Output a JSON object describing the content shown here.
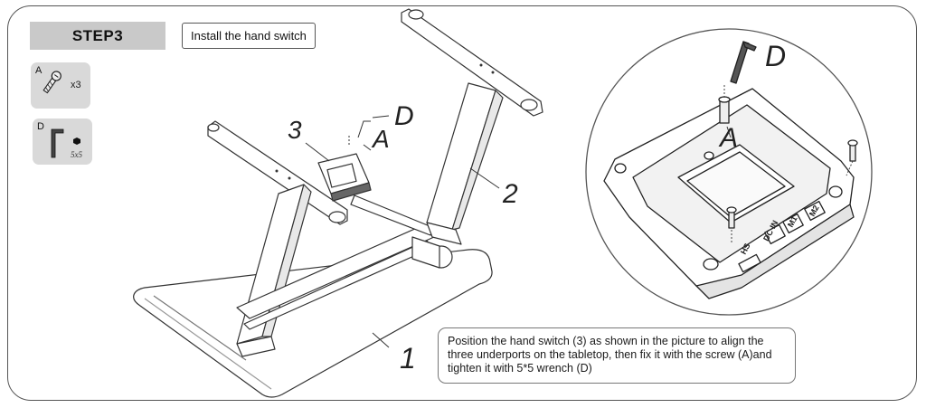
{
  "header": {
    "step_label": "STEP3",
    "title": "Install the hand switch"
  },
  "parts": [
    {
      "letter": "A",
      "icon": "screw-icon",
      "quantity": "x3"
    },
    {
      "letter": "D",
      "icon": "hex-wrench-icon",
      "size": "5x5"
    }
  ],
  "callouts": {
    "hand_switch": "3",
    "screw": "A",
    "wrench": "D",
    "legs": "2",
    "tabletop": "1"
  },
  "detail_callouts": {
    "wrench": "D",
    "screw": "A",
    "port_hs": "HS",
    "port_dc": "DC IN",
    "port_m1": "M1",
    "port_m2": "M2"
  },
  "instruction": "Position the hand switch (3) as shown in the picture to align the three underports on the tabletop, then fix it with the screw (A)and tighten it with 5*5 wrench (D)"
}
